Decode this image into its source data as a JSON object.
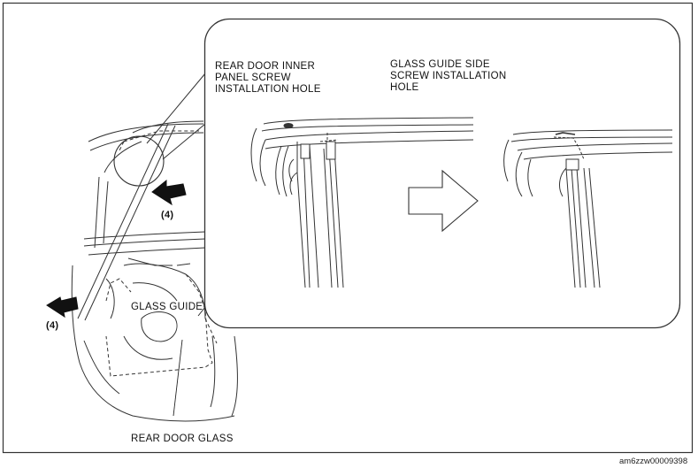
{
  "callouts": {
    "inner_panel_hole": [
      "REAR DOOR INNER",
      "PANEL SCREW",
      "INSTALLATION HOLE"
    ],
    "glass_guide_hole": [
      "GLASS GUIDE SIDE",
      "SCREW INSTALLATION",
      "HOLE"
    ],
    "glass_guide": "GLASS GUIDE",
    "rear_door_glass": "REAR DOOR GLASS",
    "step_upper": "(4)",
    "step_lower": "(4)"
  },
  "figure_id": "am6zzw00009398",
  "icons": [
    "direction-arrow-icon",
    "push-arrow-icon"
  ]
}
